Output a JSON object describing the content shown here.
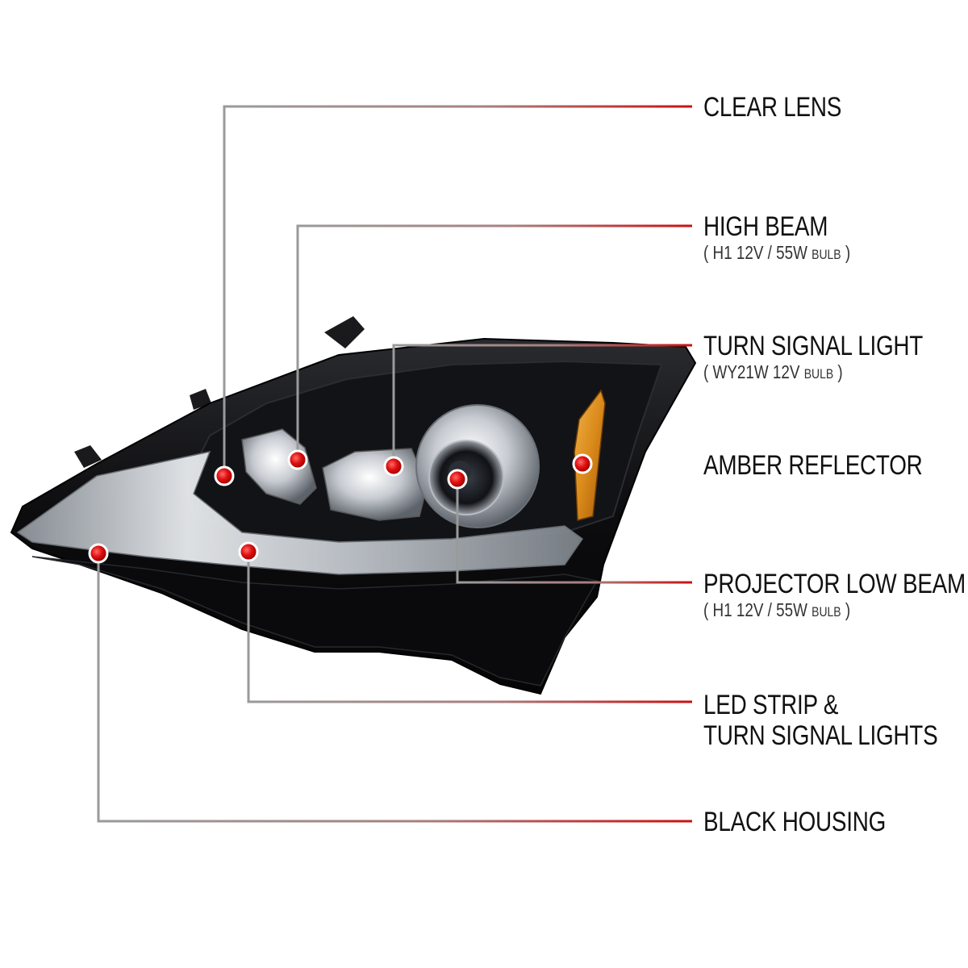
{
  "colors": {
    "leader_start": "#9a9a9a",
    "leader_end": "#cc1010",
    "marker": "#e01010",
    "housing": "#0b0b0d",
    "amber": "#d98a1a",
    "chrome": "#cfd3d8"
  },
  "callouts": [
    {
      "id": "clear-lens",
      "title": "CLEAR LENS",
      "spec_prefix": "",
      "spec_unit": "",
      "spec_suffix": ""
    },
    {
      "id": "high-beam",
      "title": "HIGH BEAM",
      "spec_prefix": "( H1  12V / 55W ",
      "spec_unit": "BULB",
      "spec_suffix": " )"
    },
    {
      "id": "turn-signal",
      "title": "TURN SIGNAL LIGHT",
      "spec_prefix": "( WY21W  12V ",
      "spec_unit": "BULB",
      "spec_suffix": " )"
    },
    {
      "id": "amber",
      "title": "AMBER REFLECTOR",
      "spec_prefix": "",
      "spec_unit": "",
      "spec_suffix": ""
    },
    {
      "id": "projector",
      "title": "PROJECTOR LOW BEAM",
      "spec_prefix": "( H1  12V / 55W ",
      "spec_unit": "BULB",
      "spec_suffix": " )"
    },
    {
      "id": "led",
      "title": "LED STRIP &",
      "title_line2": "TURN SIGNAL LIGHTS",
      "spec_prefix": "",
      "spec_unit": "",
      "spec_suffix": ""
    },
    {
      "id": "housing",
      "title": "BLACK HOUSING",
      "spec_prefix": "",
      "spec_unit": "",
      "spec_suffix": ""
    }
  ]
}
